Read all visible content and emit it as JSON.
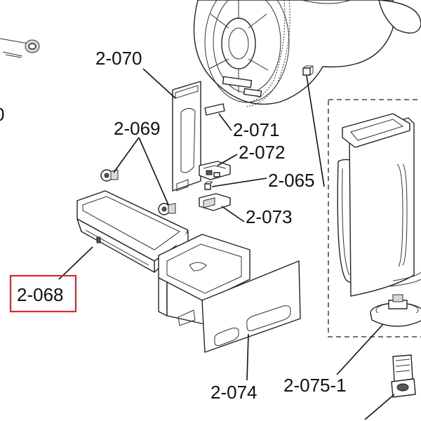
{
  "diagram": {
    "labels": {
      "p2_070": "2-070",
      "p2_069": "2-069",
      "p2_071": "2-071",
      "p2_072": "2-072",
      "p2_065": "2-065",
      "p2_073": "2-073",
      "p2_068": "2-068",
      "p2_074": "2-074",
      "p2_075_1": "2-075-1",
      "partial_left": "0"
    },
    "highlight_color": "#d9272e"
  }
}
